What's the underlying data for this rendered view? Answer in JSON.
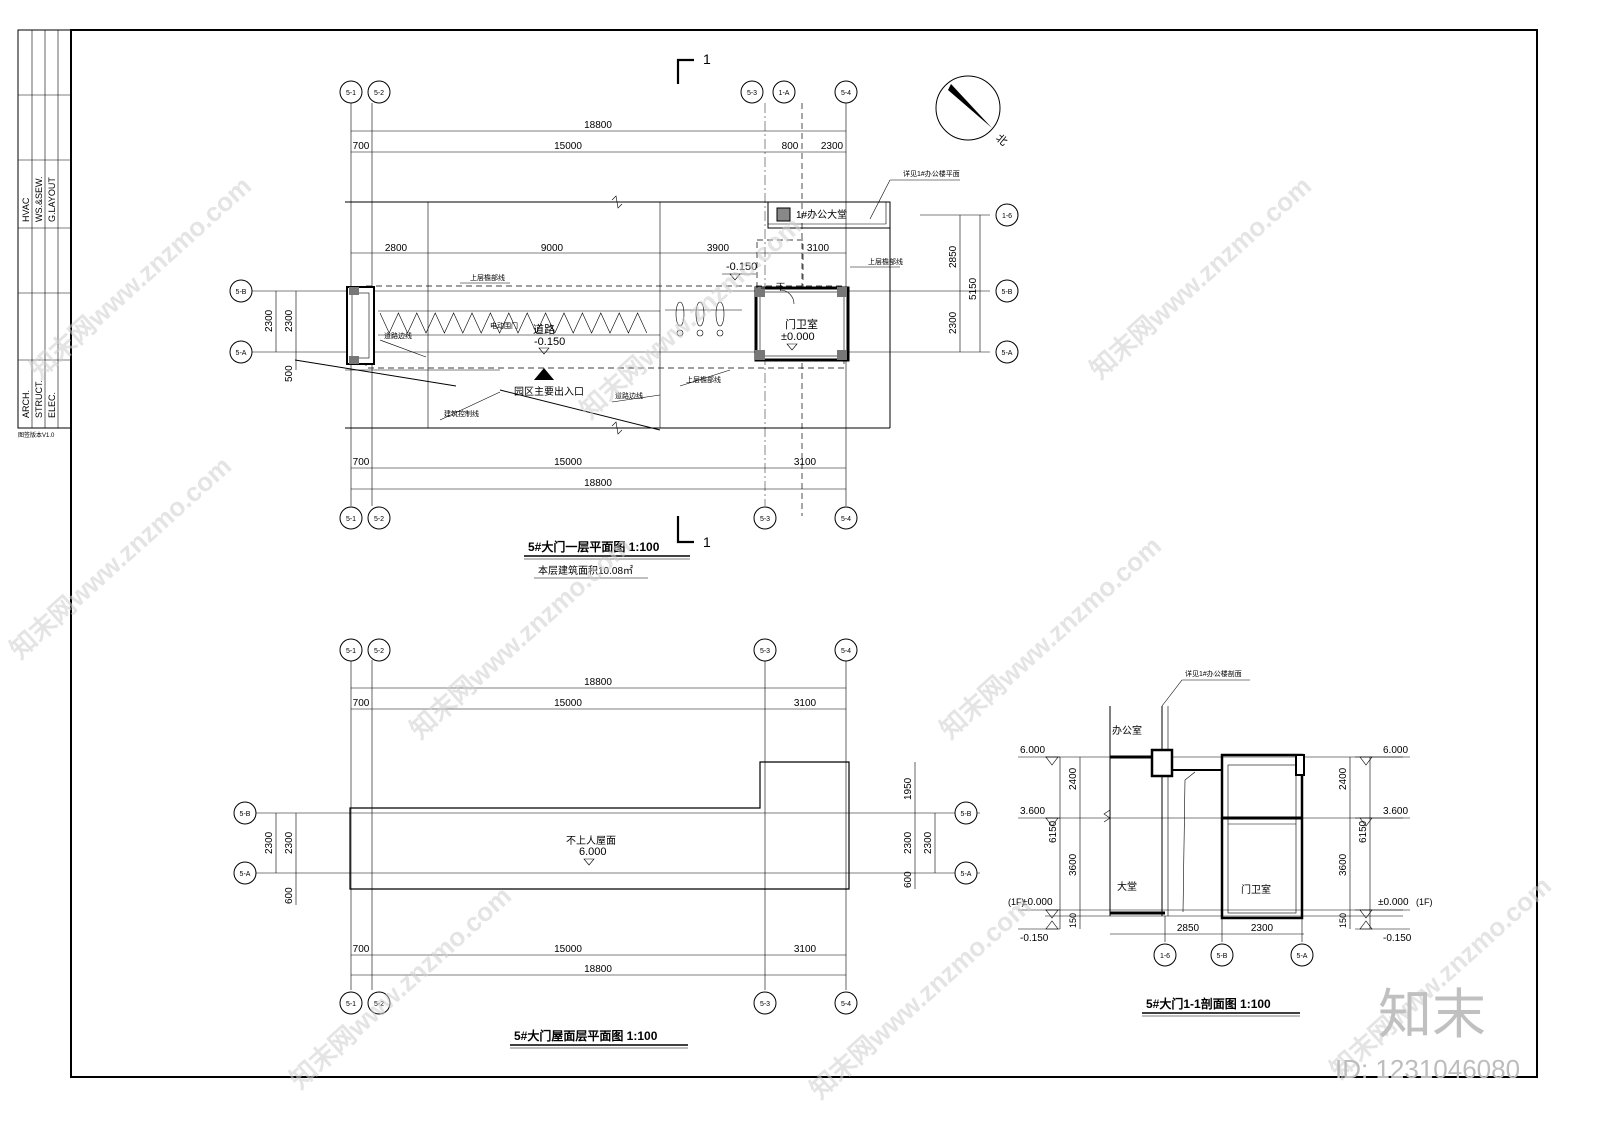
{
  "title_block": {
    "top_rows": [
      "HVAC",
      "WS.&SEW.",
      "G.LAYOUT"
    ],
    "bottom_rows": [
      "ARCH.",
      "STRUCT.",
      "ELEC."
    ],
    "version": "图签版本V1.0"
  },
  "section_marks": {
    "top": "1",
    "bottom": "1"
  },
  "north_label": "北",
  "axes": {
    "a51": "5-1",
    "a52": "5-2",
    "a53": "5-3",
    "a54": "5-4",
    "a1A": "1-A",
    "a5B": "5-B",
    "a5A": "5-A",
    "a16": "1-6"
  },
  "plan1": {
    "dim_top": {
      "total": "18800",
      "d1": "700",
      "d2": "15000",
      "d3": "800",
      "d4": "2300"
    },
    "dim_mid": {
      "d1": "2800",
      "d2": "9000",
      "d3": "3900",
      "d4": "3100"
    },
    "dim_bottom": {
      "d1": "700",
      "d2": "15000",
      "d3": "3100",
      "total": "18800"
    },
    "dim_left": {
      "d1": "2300",
      "d2": "2300",
      "d3": "500"
    },
    "dim_right": {
      "d1": "2850",
      "d2": "5150",
      "d3": "2300"
    },
    "labels": {
      "office_hall": "1#办公大堂",
      "see_office": "详见1#办公楼平面",
      "upper_eave_1": "上层檐部线",
      "upper_eave_2": "上层檐部线",
      "upper_eave_3": "上层檐部线",
      "road_edge_1": "道路边线",
      "road_edge_2": "道路边线",
      "building_ctrl": "建筑控制线",
      "electric_gate": "电动围门",
      "road": "道路",
      "road_level": "-0.150",
      "level_a": "-0.150",
      "down": "下",
      "guard_room": "门卫室",
      "guard_level": "±0.000",
      "entrance": "园区主要出入口"
    },
    "title": "5#大门一层平面图  1:100",
    "area": "本层建筑面积10.08㎡"
  },
  "plan2": {
    "dim_top": {
      "total": "18800",
      "d1": "700",
      "d2": "15000",
      "d3": "3100"
    },
    "dim_bottom": {
      "d1": "700",
      "d2": "15000",
      "d3": "3100",
      "total": "18800"
    },
    "dim_left": {
      "d1": "2300",
      "d2": "2300",
      "d3": "600"
    },
    "dim_right": {
      "d1": "1950",
      "d2": "2300",
      "d3": "2300",
      "d4": "600"
    },
    "roof_label": "不上人屋面",
    "roof_level": "6.000",
    "title": "5#大门屋面层平面图  1:100"
  },
  "section": {
    "see_office": "详见1#办公楼剖面",
    "office": "办公室",
    "lobby": "大堂",
    "guard": "门卫室",
    "lv_top_l": "6.000",
    "lv_mid_l": "3.600",
    "lv_zero_l": "±0.000",
    "lv_zero_l_tag": "(1F)",
    "lv_neg_l": "-0.150",
    "lv_top_r": "6.000",
    "lv_mid_r": "3.600",
    "lv_zero_r": "±0.000",
    "lv_zero_r_tag": "(1F)",
    "lv_neg_r": "-0.150",
    "dim_l": {
      "a": "2400",
      "b": "6150",
      "c": "3600",
      "d": "150"
    },
    "dim_r": {
      "a": "2400",
      "b": "6150",
      "c": "3600",
      "d": "150"
    },
    "dim_bottom": {
      "a": "2850",
      "b": "2300"
    },
    "title": "5#大门1-1剖面图  1:100"
  },
  "watermark": {
    "text": "知末网www.znzmo.com",
    "brand": "知末",
    "id": "ID: 1231046080"
  }
}
